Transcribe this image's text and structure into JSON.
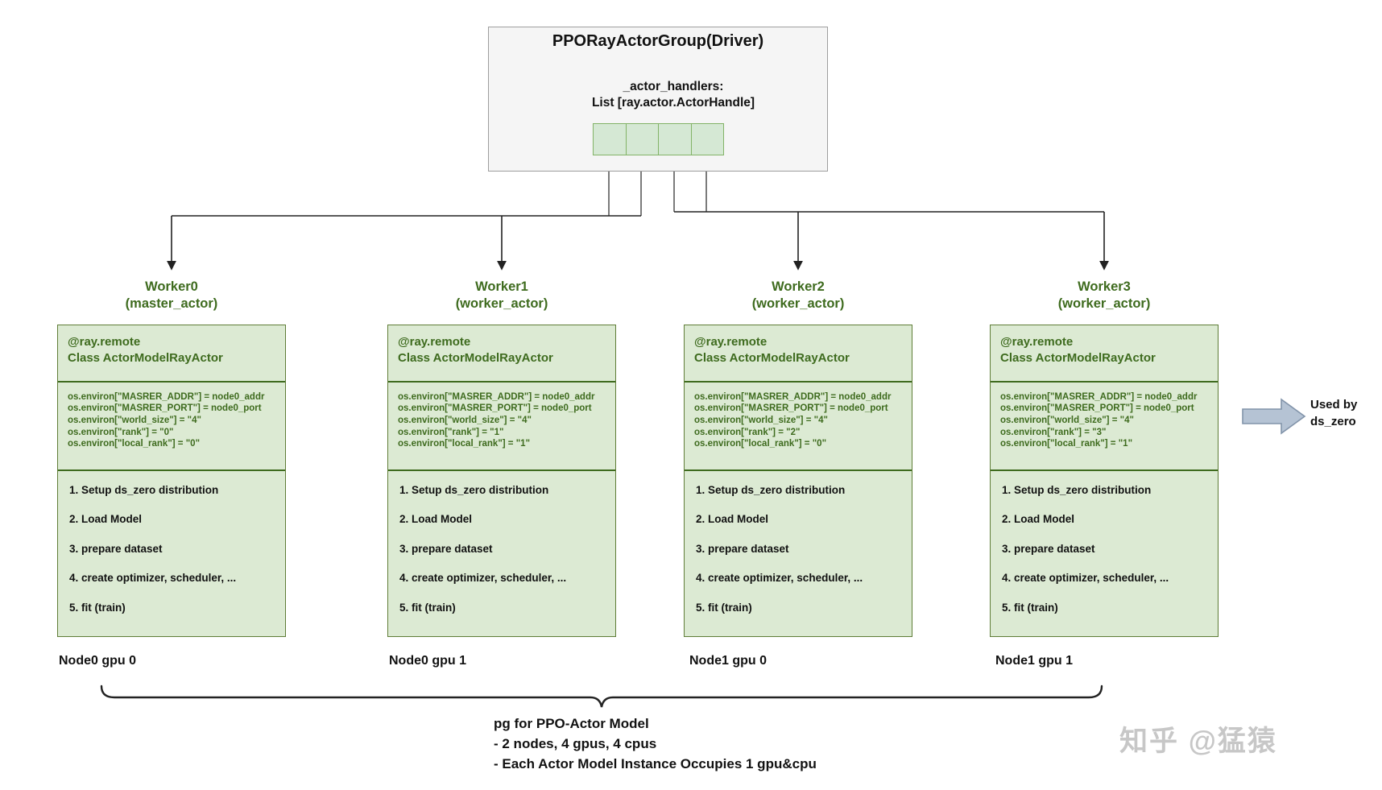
{
  "driver": {
    "title": "PPORayActorGroup(Driver)",
    "handlers_line1": "_actor_handlers:",
    "handlers_line2": "List [ray.actor.ActorHandle]",
    "handle_cells_count": 4
  },
  "workers": [
    {
      "name": "Worker0",
      "role": "(master_actor)",
      "decorator": "@ray.remote",
      "class_line": "Class ActorModelRayActor",
      "env": [
        "os.environ[\"MASRER_ADDR\"] = node0_addr",
        "os.environ[\"MASRER_PORT\"] = node0_port",
        "os.environ[\"world_size\"] = \"4\"",
        "os.environ[\"rank\"] = \"0\"",
        "os.environ[\"local_rank\"] = \"0\""
      ],
      "steps": [
        "1. Setup ds_zero distribution",
        "2. Load Model",
        "3. prepare dataset",
        "4. create optimizer, scheduler, ...",
        "5. fit (train)"
      ],
      "node_label": "Node0 gpu 0"
    },
    {
      "name": "Worker1",
      "role": "(worker_actor)",
      "decorator": "@ray.remote",
      "class_line": "Class ActorModelRayActor",
      "env": [
        "os.environ[\"MASRER_ADDR\"] = node0_addr",
        "os.environ[\"MASRER_PORT\"] = node0_port",
        "os.environ[\"world_size\"] = \"4\"",
        "os.environ[\"rank\"] = \"1\"",
        "os.environ[\"local_rank\"] = \"1\""
      ],
      "steps": [
        "1. Setup ds_zero distribution",
        "2. Load Model",
        "3. prepare dataset",
        "4. create optimizer, scheduler, ...",
        "5. fit (train)"
      ],
      "node_label": "Node0 gpu 1"
    },
    {
      "name": "Worker2",
      "role": "(worker_actor)",
      "decorator": "@ray.remote",
      "class_line": "Class ActorModelRayActor",
      "env": [
        "os.environ[\"MASRER_ADDR\"] = node0_addr",
        "os.environ[\"MASRER_PORT\"] = node0_port",
        "os.environ[\"world_size\"] = \"4\"",
        "os.environ[\"rank\"] = \"2\"",
        "os.environ[\"local_rank\"] = \"0\""
      ],
      "steps": [
        "1. Setup ds_zero distribution",
        "2. Load Model",
        "3. prepare dataset",
        "4. create optimizer, scheduler, ...",
        "5. fit (train)"
      ],
      "node_label": "Node1 gpu 0"
    },
    {
      "name": "Worker3",
      "role": "(worker_actor)",
      "decorator": "@ray.remote",
      "class_line": "Class ActorModelRayActor",
      "env": [
        "os.environ[\"MASRER_ADDR\"] = node0_addr",
        "os.environ[\"MASRER_PORT\"] = node0_port",
        "os.environ[\"world_size\"] = \"4\"",
        "os.environ[\"rank\"] = \"3\"",
        "os.environ[\"local_rank\"] = \"1\""
      ],
      "steps": [
        "1. Setup ds_zero distribution",
        "2. Load Model",
        "3. prepare dataset",
        "4. create optimizer, scheduler, ...",
        "5. fit (train)"
      ],
      "node_label": "Node1 gpu 1"
    }
  ],
  "side_note": {
    "line1": "Used by",
    "line2": "ds_zero"
  },
  "footer": {
    "line1": "pg for PPO-Actor Model",
    "line2": "- 2 nodes, 4 gpus, 4 cpus",
    "line3": "- Each Actor Model Instance Occupies 1 gpu&cpu"
  },
  "watermark": "知乎 @猛猿",
  "colors": {
    "worker_fill": "#dcead3",
    "worker_border": "#5f7d37",
    "green_text": "#3e6b1e",
    "driver_fill": "#f5f5f5",
    "driver_border": "#9e9e9e",
    "cell_fill": "#d5e8d4",
    "cell_border": "#82b366",
    "block_arrow_fill": "#b5c3d4",
    "block_arrow_border": "#8294aa",
    "connector": "#333333",
    "watermark_gray": "#c7c7c7"
  }
}
